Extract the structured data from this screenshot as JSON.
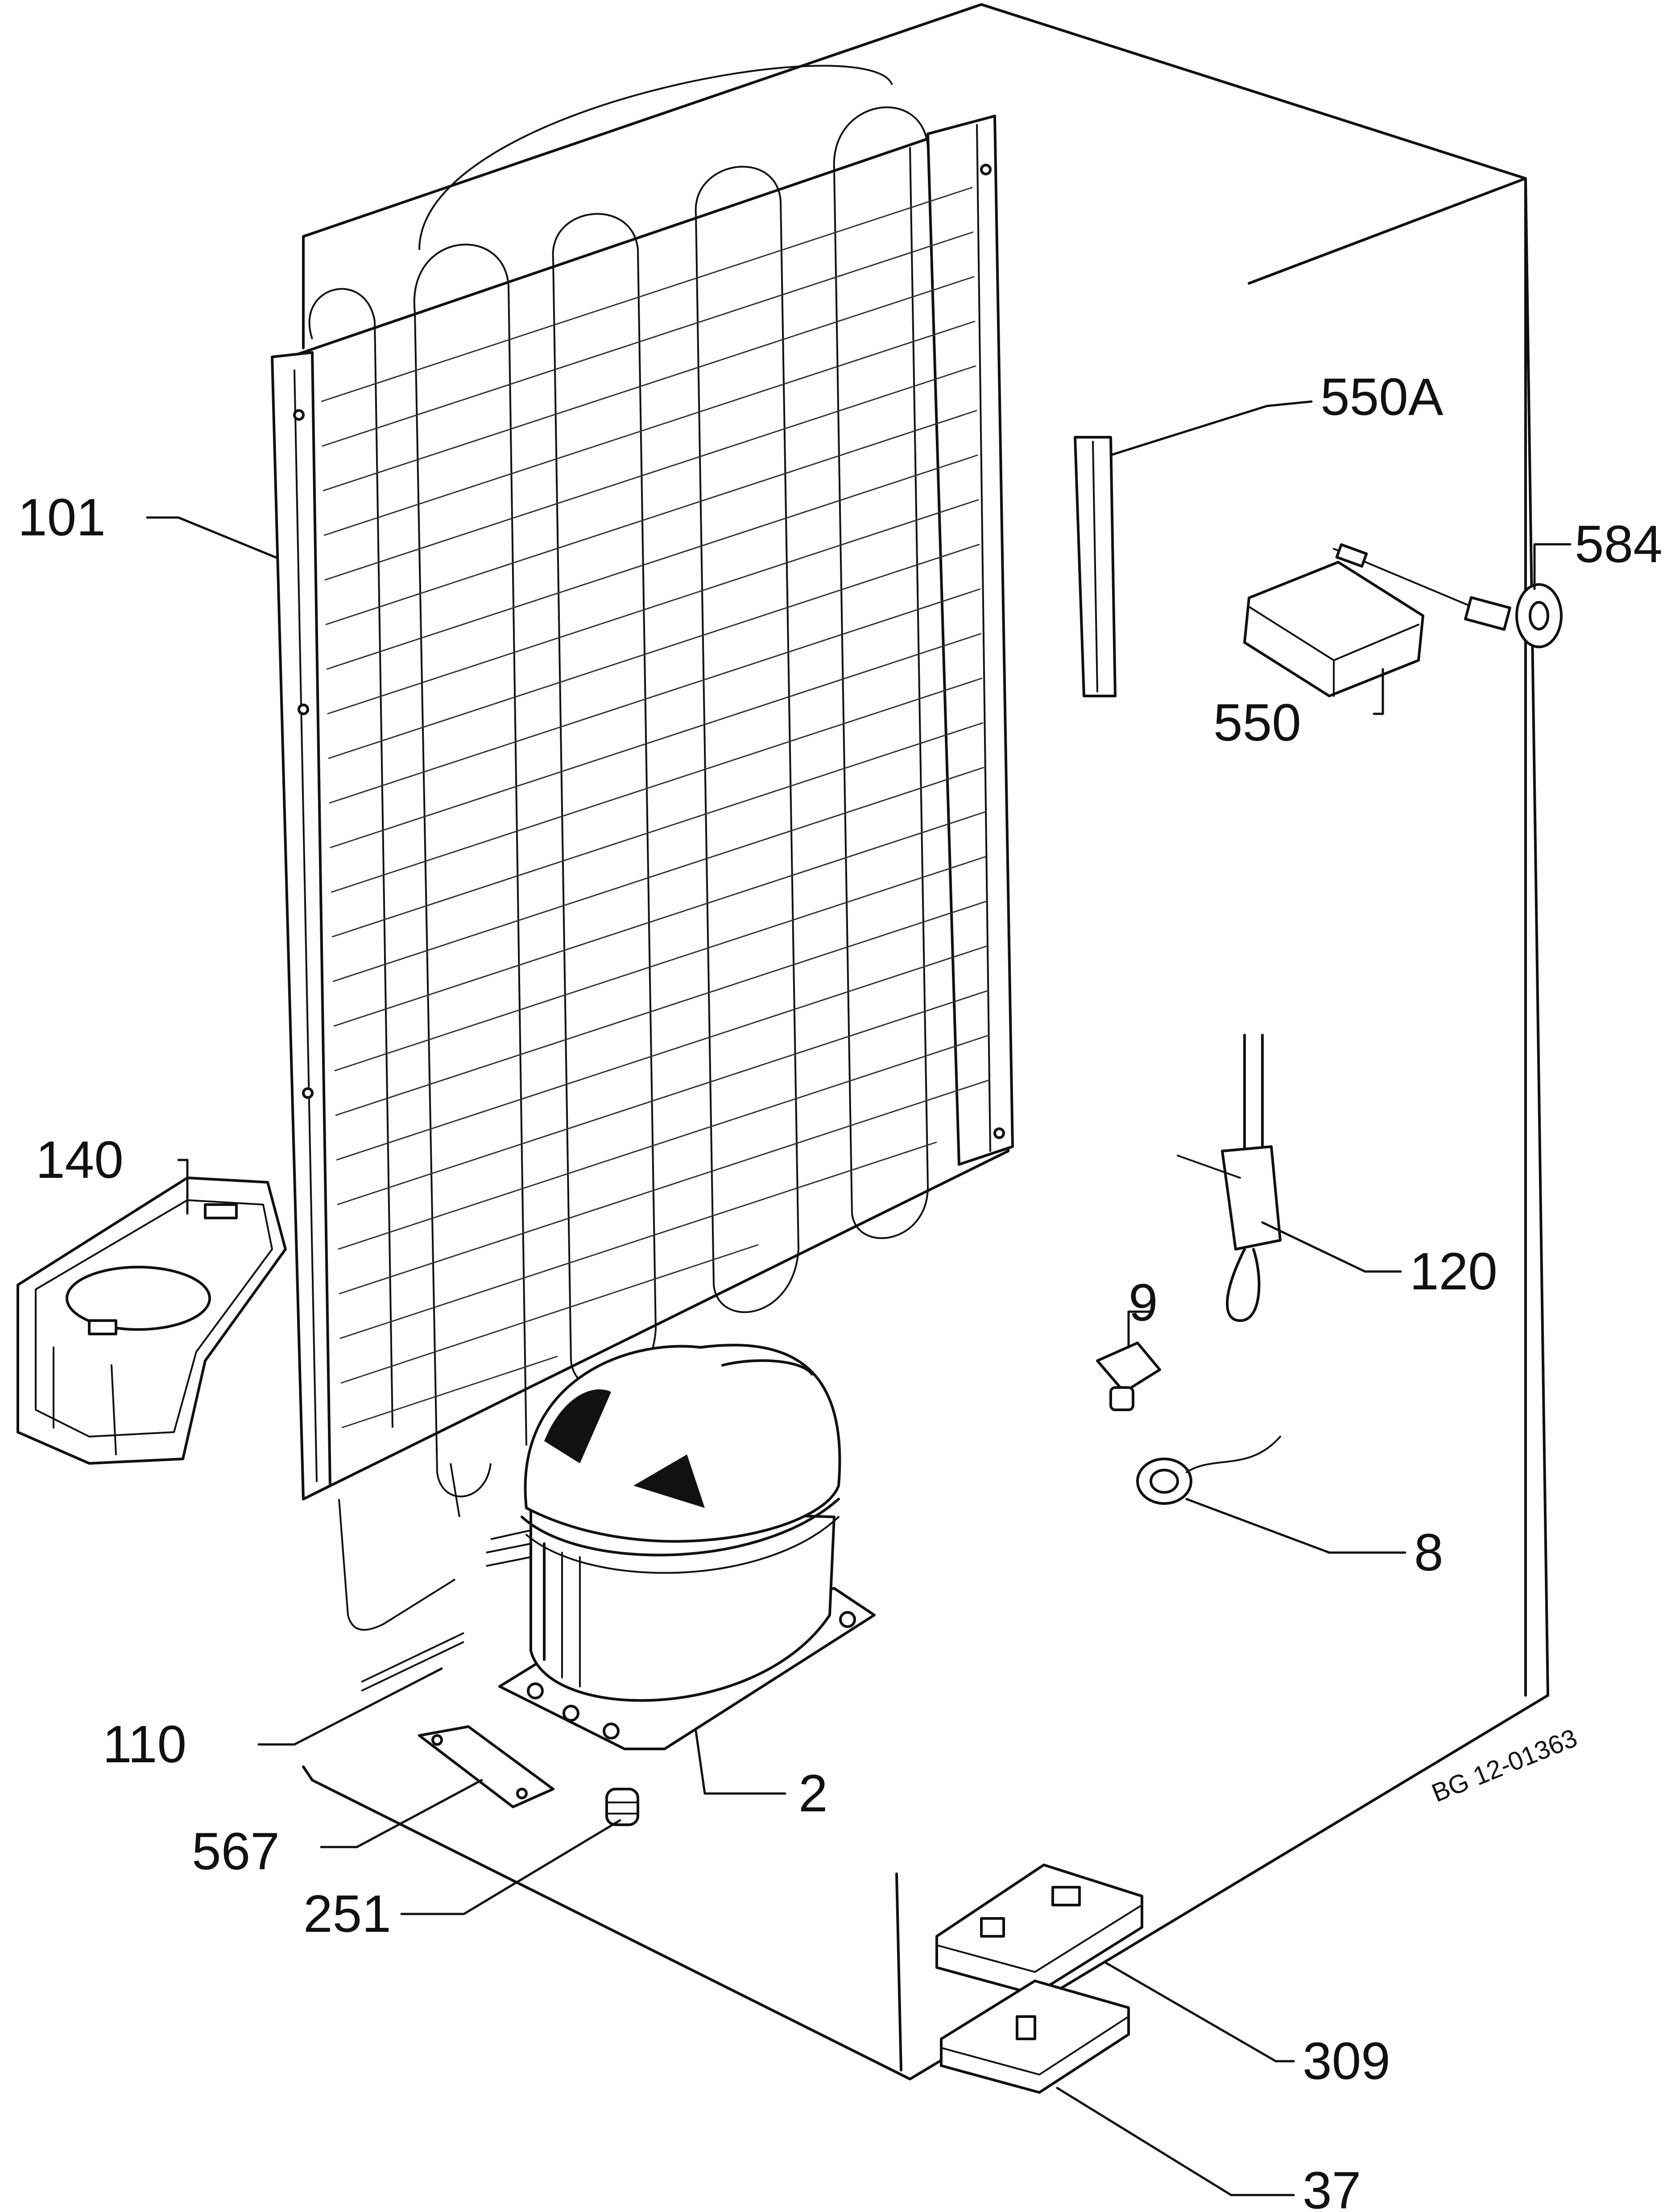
{
  "diagram": {
    "reference": "BG 12-01363",
    "callouts": [
      {
        "id": "101",
        "text": "101"
      },
      {
        "id": "550A",
        "text": "550A"
      },
      {
        "id": "584",
        "text": "584"
      },
      {
        "id": "550",
        "text": "550"
      },
      {
        "id": "140",
        "text": "140"
      },
      {
        "id": "120",
        "text": "120"
      },
      {
        "id": "9",
        "text": "9"
      },
      {
        "id": "8",
        "text": "8"
      },
      {
        "id": "110",
        "text": "110"
      },
      {
        "id": "2",
        "text": "2"
      },
      {
        "id": "567",
        "text": "567"
      },
      {
        "id": "251",
        "text": "251"
      },
      {
        "id": "309",
        "text": "309"
      },
      {
        "id": "37",
        "text": "37"
      }
    ]
  }
}
